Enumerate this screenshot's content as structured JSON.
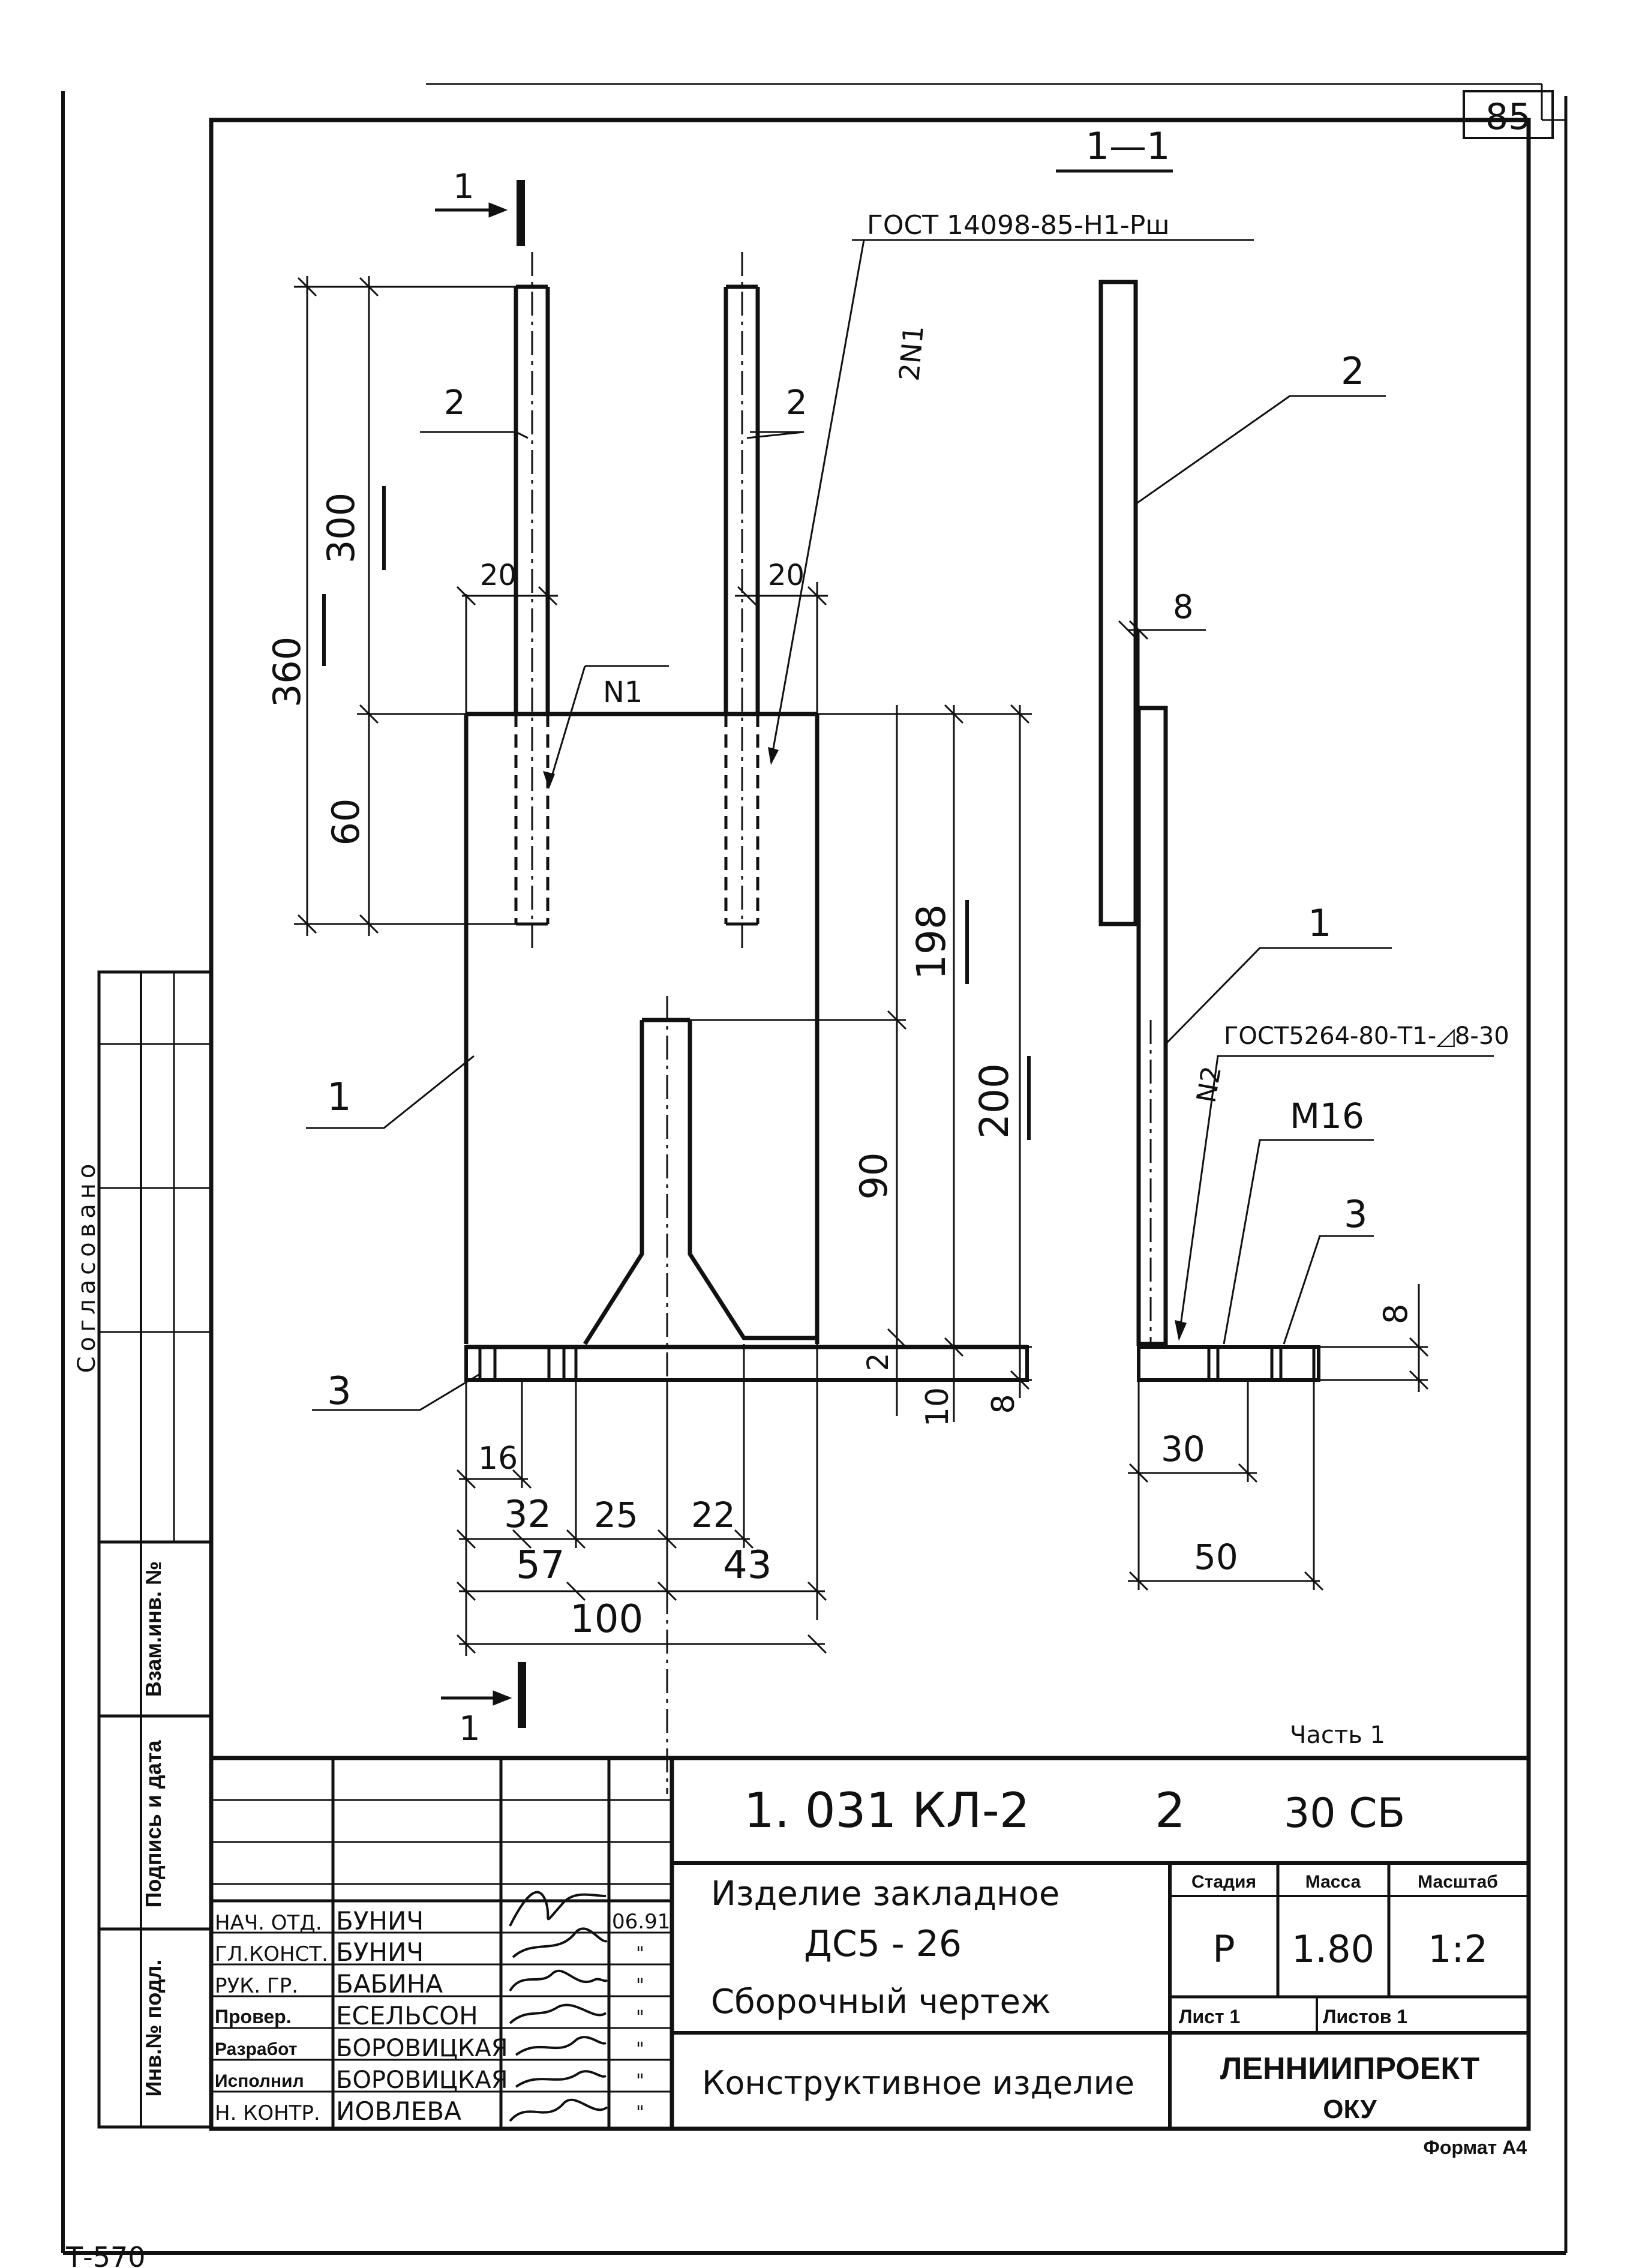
{
  "sheet_number": "85",
  "section_title": "1—1",
  "section_mark": "1",
  "part_label": "Часть 1",
  "sheet_code": "Т-570",
  "format_label": "Формат А4",
  "side_strip": {
    "approved_label": "Согласовано",
    "inv_replace_label": "Взам.инв. №",
    "sign_date_label": "Подпись и дата",
    "inv_orig_label": "Инв.№ подл."
  },
  "drawing": {
    "gost_stud": "ГОСТ 14098-85-Н1-Рш",
    "gost_weld": "ГОСТ5264-80-Т1-◿8-30",
    "weld_n1": "N1",
    "weld_2n1": "2N1",
    "weld_n2": "N2",
    "thread": "М16",
    "positions": {
      "p1": "1",
      "p2": "2",
      "p3": "3"
    },
    "dimensions": {
      "d360": "360",
      "d300": "300",
      "d60": "60",
      "d20a": "20",
      "d20b": "20",
      "d198": "198",
      "d200": "200",
      "d90": "90",
      "d2": "2",
      "d10": "10",
      "d8a": "8",
      "d16": "16",
      "d32": "32",
      "d25": "25",
      "d22": "22",
      "d57": "57",
      "d43": "43",
      "d100": "100",
      "d8b": "8",
      "d8c": "8",
      "d30": "30",
      "d50": "50"
    }
  },
  "title_block": {
    "designation": "1. 031 КЛ-2",
    "issue": "2",
    "sheet_ref": "30 СБ",
    "product_title": "Изделие закладное",
    "product_code": "ДС5 - 26",
    "doc_type": "Сборочный чертеж",
    "product_class": "Конструктивное изделие",
    "company": "ЛЕННИИПРОЕКТ",
    "department": "ОКУ",
    "stage_label": "Стадия",
    "mass_label": "Масса",
    "scale_label": "Масштаб",
    "stage": "Р",
    "mass": "1.80",
    "scale": "1:2",
    "sheet_label": "Лист 1",
    "sheets_label": "Листов 1",
    "date": "06.91",
    "ditto": "\"",
    "signatories": [
      {
        "role": "НАЧ. ОТД.",
        "name": "БУНИЧ"
      },
      {
        "role": "ГЛ.КОНСТ.",
        "name": "БУНИЧ"
      },
      {
        "role": "РУК. ГР.",
        "name": "БАБИНА"
      },
      {
        "role": "Провер.",
        "name": "ЕСЕЛЬСОН"
      },
      {
        "role": "Разработ",
        "name": "БОРОВИЦКАЯ"
      },
      {
        "role": "Исполнил",
        "name": "БОРОВИЦКАЯ"
      },
      {
        "role": "Н. КОНТР.",
        "name": "ИОВЛЕВА"
      }
    ]
  }
}
